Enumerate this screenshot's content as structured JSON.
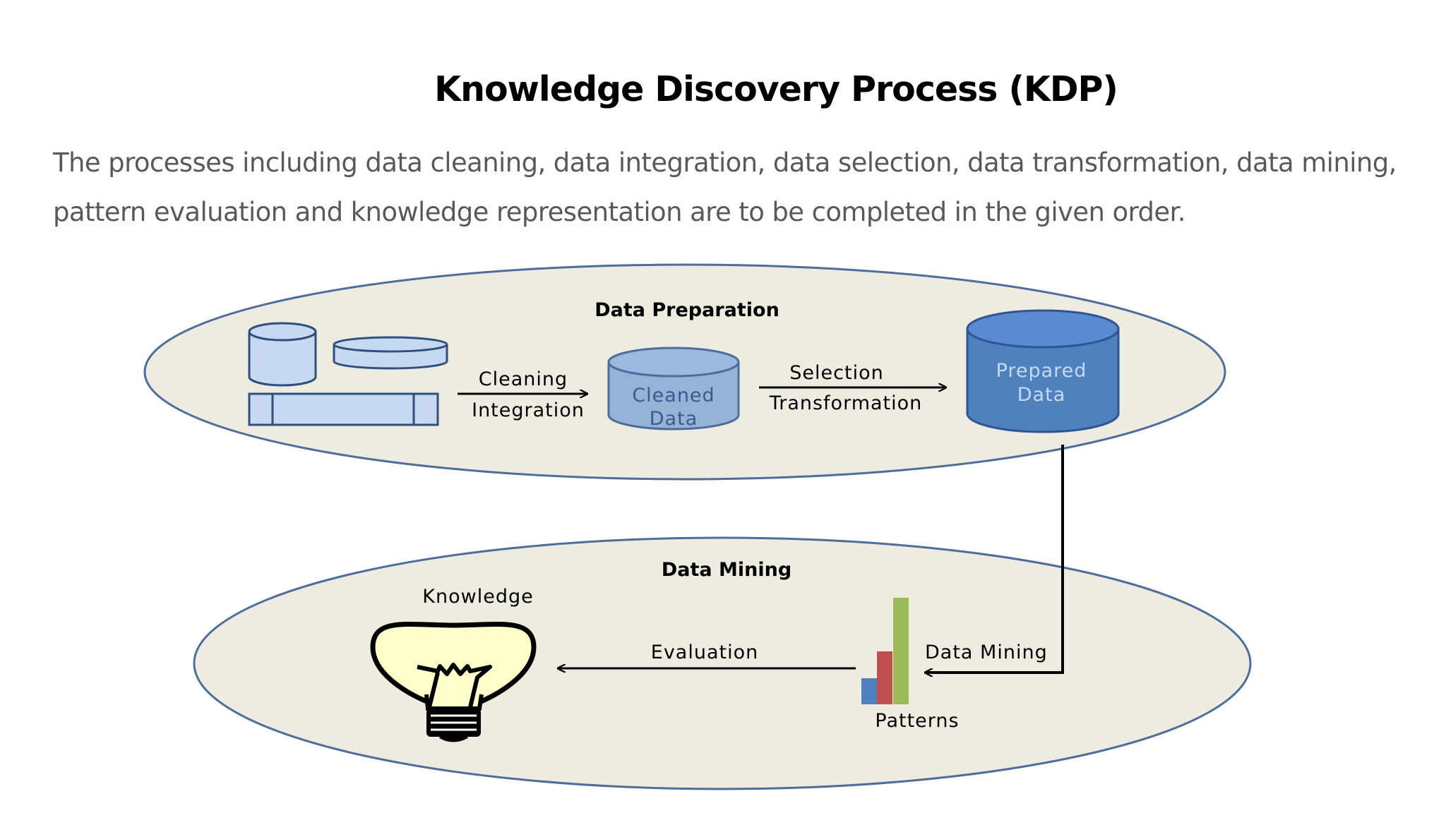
{
  "slide": {
    "title": "Knowledge Discovery Process (KDP)",
    "description_lines": [
      "The processes including data cleaning, data integration, data selection, data transformation, data mining,",
      "pattern evaluation and knowledge representation are to be completed in the given order."
    ]
  },
  "diagram": {
    "data_preparation": {
      "heading": "Data Preparation",
      "step1_labels": [
        "Cleaning",
        "Integration"
      ],
      "cleaned_data": [
        "Cleaned",
        "Data"
      ],
      "step2_labels": [
        "Selection",
        "Transformation"
      ],
      "prepared_data": [
        "Prepared",
        "Data"
      ]
    },
    "data_mining": {
      "heading": "Data Mining",
      "knowledge_label": "Knowledge",
      "evaluation_label": "Evaluation",
      "mining_label": "Data Mining",
      "patterns_label": "Patterns"
    },
    "colors": {
      "ellipse_fill": "#eeece1",
      "ellipse_stroke": "#4f6d9b",
      "light_cylinder": "#c6d9f1",
      "mid_cylinder": "#8db3e2",
      "dark_cylinder": "#4f81bd",
      "bar_blue": "#4f81bd",
      "bar_red": "#c0504d",
      "bar_green": "#9bbb59",
      "bulb": "#ffffcc"
    }
  }
}
